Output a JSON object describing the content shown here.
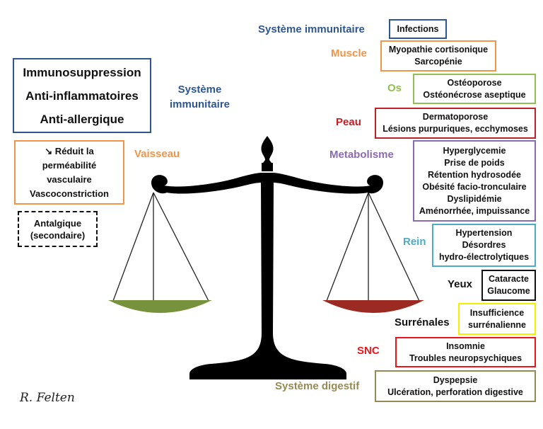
{
  "left": {
    "main_box": [
      "Immunosuppression",
      "Anti-inflammatoires",
      "Anti-allergique"
    ],
    "immune_label": [
      "Système",
      "immunitaire"
    ],
    "vessel_box": [
      "↘ Réduit la",
      "perméabilité",
      "vasculaire",
      "Vascoconstriction"
    ],
    "vessel_label": "Vaisseau",
    "analgesic_box": [
      "Antalgique",
      "(secondaire)"
    ]
  },
  "right": [
    {
      "label": "Système immunitaire",
      "color": "#2e5690",
      "items": [
        "Infections"
      ]
    },
    {
      "label": "Muscle",
      "color": "#f0954a",
      "items": [
        "Myopathie cortisonique",
        "Sarcopénie"
      ]
    },
    {
      "label": "Os",
      "color": "#92c050",
      "items": [
        "Ostéoporose",
        "Ostéonécrose aseptique"
      ]
    },
    {
      "label": "Peau",
      "color": "#c0202a",
      "items": [
        "Dermatoporose",
        "Lésions purpuriques, ecchymoses"
      ]
    },
    {
      "label": "Metabolisme",
      "color": "#8a6bb0",
      "items": [
        "Hyperglycemie",
        "Prise de poids",
        "Rétention hydrosodée",
        "Obésité facio-tronculaire",
        "Dyslipidémie",
        "Aménorrhée, impuissance"
      ]
    },
    {
      "label": "Rein",
      "color": "#4bacc6",
      "items": [
        "Hypertension",
        "Désordres",
        "hydro-électrolytiques"
      ]
    },
    {
      "label": "Yeux",
      "color": "#111111",
      "items": [
        "Cataracte",
        "Glaucome"
      ]
    },
    {
      "label": "Surrénales",
      "color": "#111111",
      "box_color": "#f5f000",
      "items": [
        "Insufficience",
        "surrénalienne"
      ]
    },
    {
      "label": "SNC",
      "color": "#e8151b",
      "items": [
        "Insomnie",
        "Troubles neuropsychiques"
      ]
    },
    {
      "label": "Système digestif",
      "color": "#948a54",
      "items": [
        "Dyspepsie",
        "Ulcération, perforation digestive"
      ]
    }
  ],
  "signature": "R. Felten"
}
